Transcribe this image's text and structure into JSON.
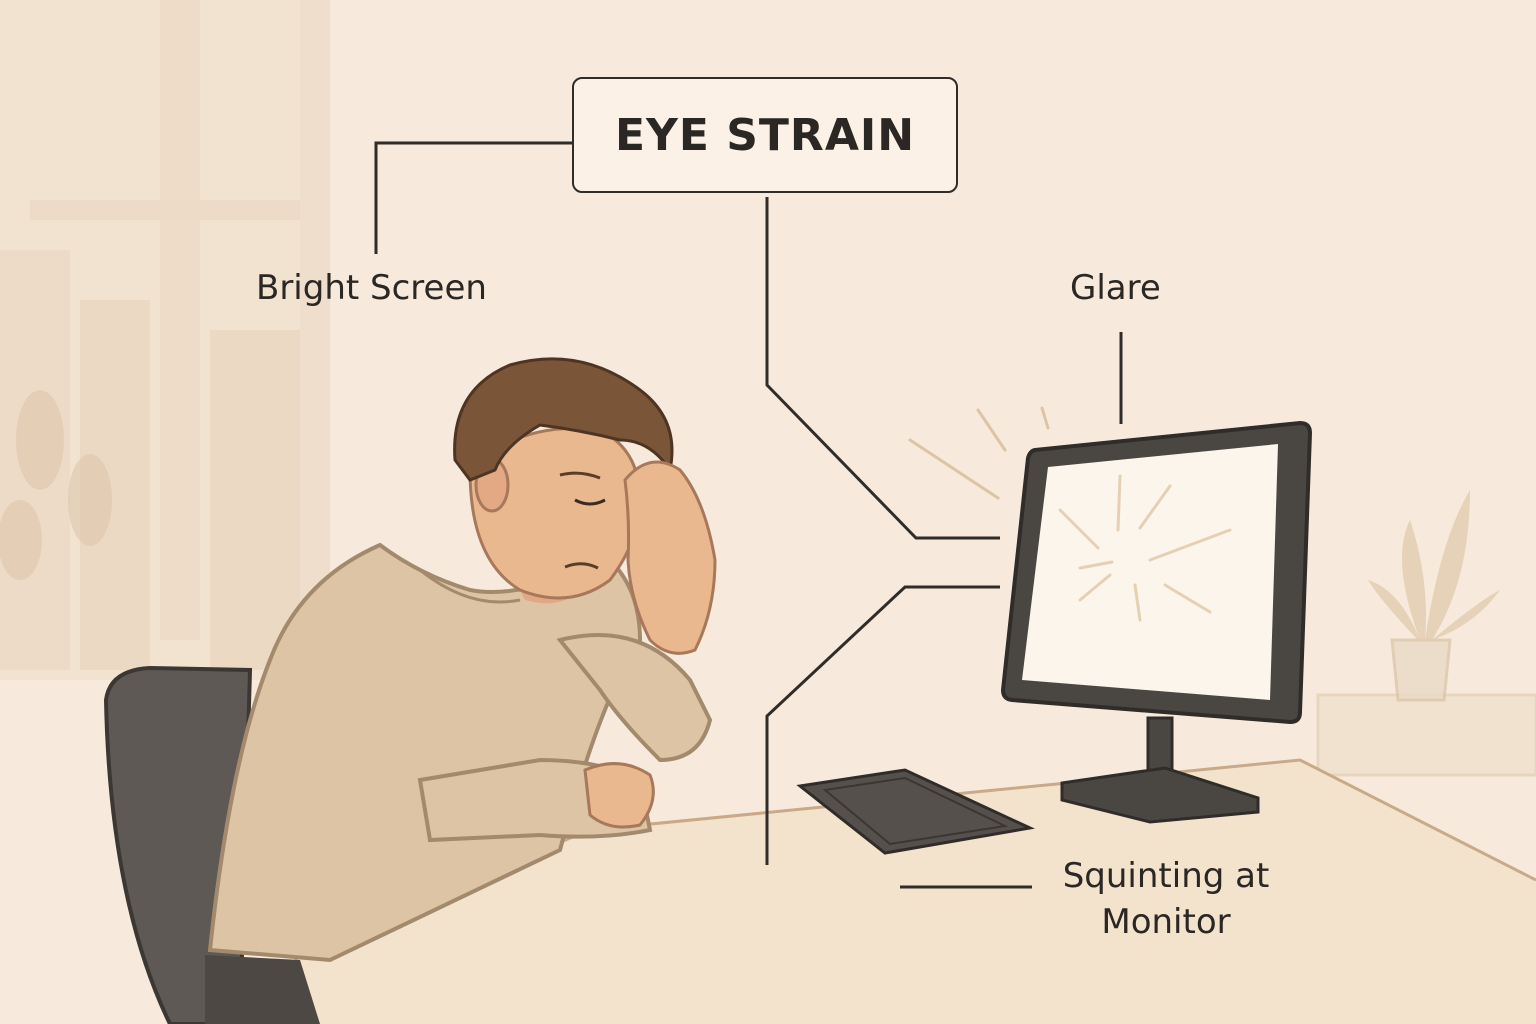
{
  "title": "EYE STRAIN",
  "labels": {
    "bright_screen": "Bright Screen",
    "glare": "Glare",
    "squinting": "Squinting at Monitor"
  },
  "colors": {
    "background": "#f7eadc",
    "line": "#2f2c29",
    "sweater": "#dcc4a4",
    "monitor": "#4a4642",
    "desk": "#f3e3cc"
  }
}
